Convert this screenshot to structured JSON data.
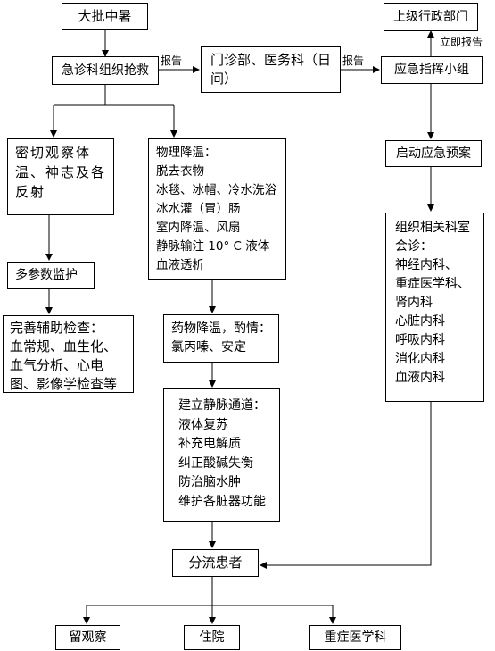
{
  "nodes": {
    "heatstroke": "大批中暑",
    "er_rescue": "急诊科组织抢救",
    "outpatient_dept": "门诊部、医务科（日间）",
    "higher_admin": "上级行政部门",
    "emergency_team": "应急指挥小组",
    "activate_plan": "启动应急预案",
    "observe": "密切观察体温、神志及各反射",
    "monitor": "多参数监护",
    "aux_exam": {
      "title": "完善辅助检查：",
      "detail": "血常规、血生化、血气分析、心电图、影像学检查等"
    },
    "physical_cooling": {
      "title": "物理降温：",
      "items": [
        "脱去衣物",
        "冰毯、冰帽、冷水洗浴",
        "冰水灌（胃）肠",
        "室内降温、风扇",
        "静脉输注 10° C 液体",
        "血液透析"
      ]
    },
    "drug_cooling": {
      "title": "药物降温，酌情：",
      "detail": "氯丙嗪、安定"
    },
    "iv_access": {
      "title": "建立静脉通道：",
      "items": [
        "液体复苏",
        "补充电解质",
        "纠正酸碱失衡",
        "防治脑水肿",
        "维护各脏器功能"
      ]
    },
    "consultation": {
      "title": "组织相关科室会诊：",
      "items": [
        "神经内科、",
        "重症医学科、",
        "肾内科",
        "心脏内科",
        "呼吸内科",
        "消化内科",
        "血液内科"
      ]
    },
    "triage": "分流患者",
    "stay_observe": "留观察",
    "admit": "住院",
    "icu": "重症医学科"
  },
  "edge_labels": {
    "report_1": "报告",
    "report_2": "报告",
    "report_now": "立即报告"
  }
}
